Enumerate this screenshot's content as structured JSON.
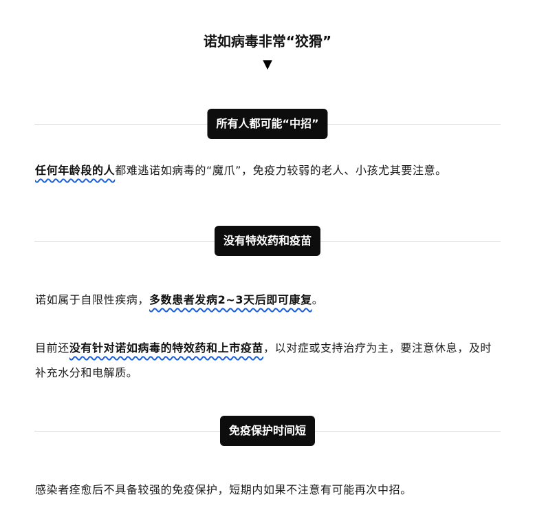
{
  "header": {
    "title": "诺如病毒非常“狡猾”",
    "arrow": "▼"
  },
  "sections": [
    {
      "heading": "所有人都可能“中招”",
      "paragraphs": [
        {
          "highlight": "任何年龄段的人",
          "rest": "都难逃诺如病毒的“魔爪”，免疫力较弱的老人、小孩尤其要注意。"
        }
      ]
    },
    {
      "heading": "没有特效药和疫苗",
      "paragraphs": [
        {
          "before": "诺如属于自限性疾病，",
          "highlight": "多数患者发病2~3天后即可康复",
          "after": "。"
        },
        {
          "before": "目前还",
          "highlight": "没有针对诺如病毒的特效药和上市疫苗",
          "after": "，以对症或支持治疗为主，要注意休息，及时补充水分和电解质。"
        }
      ]
    },
    {
      "heading": "免疫保护时间短",
      "paragraphs": [
        {
          "text": "感染者痊愈后不具备较强的免疫保护，短期内如果不注意有可能再次中招。"
        }
      ]
    }
  ],
  "colors": {
    "badge_bg": "#0d0d0d",
    "badge_text": "#ffffff",
    "wavy_underline": "#1a5fd6",
    "divider": "#dcdcdc"
  }
}
